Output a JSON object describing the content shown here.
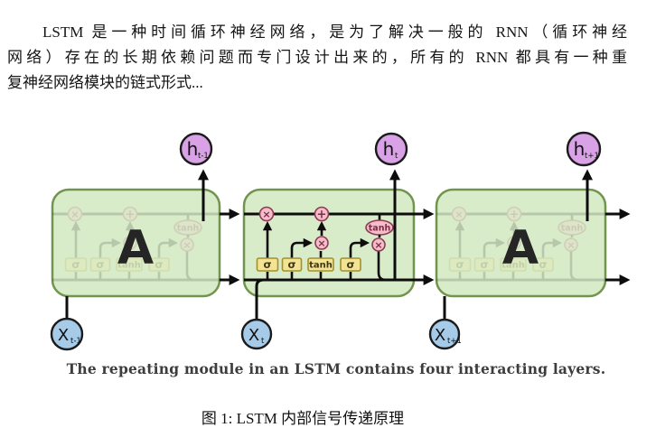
{
  "document": {
    "paragraph_lines": [
      "LSTM 是一种时间循环神经网络，是为了解决一般的 RNN（循环神经",
      "网络）存在的长期依赖问题而专门设计出来的，所有的 RNN 都具有一种重",
      "复神经网络模块的链式形式..."
    ],
    "figure_label": "图 1: LSTM 内部信号传递原理"
  },
  "figure": {
    "caption": "The repeating module in an LSTM contains four interacting layers.",
    "cell_label": "A",
    "nodes": {
      "h_prev": {
        "base": "h",
        "sub": "t-1"
      },
      "h_curr": {
        "base": "h",
        "sub": "t"
      },
      "h_next": {
        "base": "h",
        "sub": "t+1"
      },
      "x_prev": {
        "base": "X",
        "sub": "t-1"
      },
      "x_curr": {
        "base": "X",
        "sub": "t"
      },
      "x_next": {
        "base": "X",
        "sub": "t+1"
      }
    },
    "gates": {
      "forget": "σ",
      "input": "σ",
      "candidate": "tanh",
      "output": "σ"
    },
    "ops": {
      "multiply": "×",
      "add": "+",
      "tanh": "tanh"
    },
    "colors": {
      "cell_fill": "#d9ecc9",
      "cell_border": "#71944e",
      "gate_fill": "#f3e394",
      "gate_border": "#a3902e",
      "op_fill": "#f5bcca",
      "op_border": "#8d3a52",
      "h_node_fill": "#d9a1e6",
      "x_node_fill": "#a5cbe9",
      "line": "#0d0d0d"
    }
  }
}
